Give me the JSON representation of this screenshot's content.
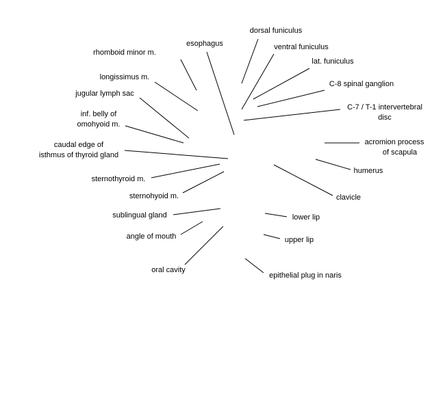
{
  "labels": {
    "esophagus": "esophagus",
    "dorsal_funiculus": "dorsal funiculus",
    "ventral_funiculus": "ventral funiculus",
    "lat_funiculus": "lat. funiculus",
    "c8_spinal_ganglion": "C-8 spinal ganglion",
    "c7_t1_disc_line1": "C-7 / T-1 intervertebral",
    "c7_t1_disc_line2": "disc",
    "acromion_line1": "acromion process",
    "acromion_line2": "of scapula",
    "humerus": "humerus",
    "clavicle": "clavicle",
    "lower_lip": "lower lip",
    "upper_lip": "upper lip",
    "epithelial_plug": "epithelial plug in naris",
    "oral_cavity": "oral cavity",
    "angle_of_mouth": "angle of mouth",
    "sublingual_gland": "sublingual gland",
    "sternohyoid": "sternohyoid m.",
    "sternothyroid": "sternothyroid m.",
    "caudal_edge_line1": "caudal edge of",
    "caudal_edge_line2": "isthmus of thyroid gland",
    "inf_belly_line1": "inf. belly of",
    "inf_belly_line2": "omohyoid m.",
    "jugular_lymph_sac": "jugular lymph sac",
    "longissimus": "longissimus m.",
    "rhomboid_minor": "rhomboid minor m."
  }
}
